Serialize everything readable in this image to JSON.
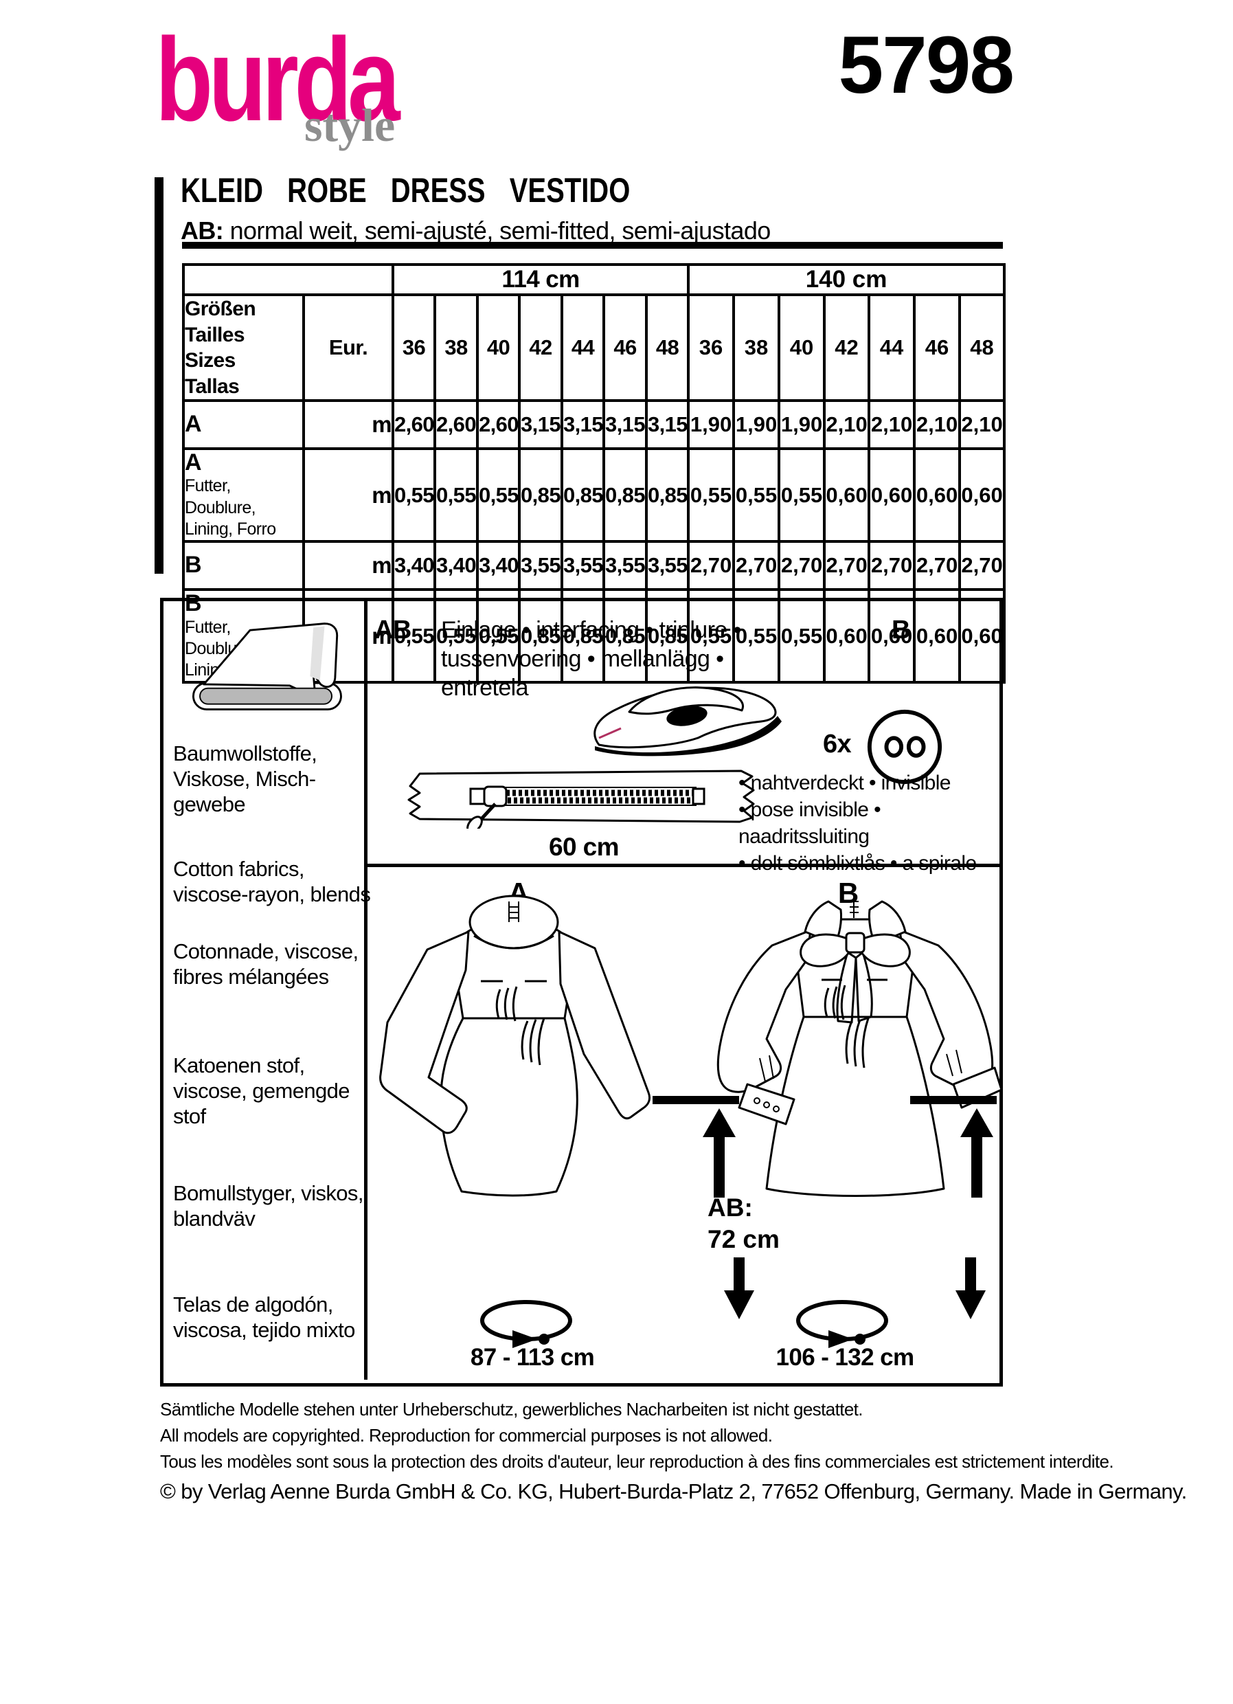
{
  "brand": {
    "logo_text": "burda",
    "logo_sub": "style",
    "color": "#e5007d",
    "sub_color": "#8e8e8e"
  },
  "pattern_number": "5798",
  "header": {
    "title": "KLEID ROBE DRESS VESTIDO",
    "fit_bold": "AB:",
    "fit_rest": " normal weit, semi-ajusté, semi-fitted, semi-ajustado"
  },
  "table": {
    "group1": "114 cm",
    "group2": "140 cm",
    "corner_label": "Größen Tailles\nSizes Tallas",
    "eur": "Eur.",
    "sizes": [
      "36",
      "38",
      "40",
      "42",
      "44",
      "46",
      "48"
    ],
    "unit": "m",
    "rows": [
      {
        "label": "A",
        "sub": "",
        "g114": [
          "2,60",
          "2,60",
          "2,60",
          "3,15",
          "3,15",
          "3,15",
          "3,15"
        ],
        "g140": [
          "1,90",
          "1,90",
          "1,90",
          "2,10",
          "2,10",
          "2,10",
          "2,10"
        ]
      },
      {
        "label": "A",
        "sub": "Futter, Doublure,\nLining, Forro",
        "g114": [
          "0,55",
          "0,55",
          "0,55",
          "0,85",
          "0,85",
          "0,85",
          "0,85"
        ],
        "g140": [
          "0,55",
          "0,55",
          "0,55",
          "0,60",
          "0,60",
          "0,60",
          "0,60"
        ]
      },
      {
        "label": "B",
        "sub": "",
        "g114": [
          "3,40",
          "3,40",
          "3,40",
          "3,55",
          "3,55",
          "3,55",
          "3,55"
        ],
        "g140": [
          "2,70",
          "2,70",
          "2,70",
          "2,70",
          "2,70",
          "2,70",
          "2,70"
        ]
      },
      {
        "label": "B",
        "sub": "Futter, Doublure,\nLining, Forro",
        "g114": [
          "0,55",
          "0,55",
          "0,55",
          "0,85",
          "0,85",
          "0,85",
          "0,85"
        ],
        "g140": [
          "0,55",
          "0,55",
          "0,55",
          "0,60",
          "0,60",
          "0,60",
          "0,60"
        ]
      }
    ]
  },
  "materials": {
    "items": [
      "Baumwollstoffe,\nViskose, Misch-\ngewebe",
      "Cotton fabrics,\nviscose-rayon, blends",
      "Cotonnade, viscose,\nfibres mélangées",
      "Katoenen stof,\nviscose, gemengde\nstof",
      "Bomullstyger, viskos,\nblandväv",
      "Telas de algodón,\nviscosa, tejido mixto"
    ]
  },
  "notions": {
    "ab_label": "AB",
    "interfacing_text": "Einlage • interfacing • triplure •\ntussenvoering • mellanlägg •\nentretela",
    "b_label": "B",
    "button_count": "6x",
    "zipper_length": "60 cm",
    "zipper_bullets": "• nahtverdeckt • invisible\n• pose invisible • naadritssluiting\n• dolt sömblixtlås • a spirale"
  },
  "views": {
    "a_label": "A",
    "b_label": "B",
    "back_length_label": "AB:\n72 cm",
    "a_hem": "87 - 113 cm",
    "b_hem": "106 - 132 cm"
  },
  "icons": {
    "fabric_bolt": "fabric-bolt-icon",
    "iron": "iron-icon",
    "zipper": "invisible-zipper-icon",
    "button": "two-hole-button-icon",
    "arrow_up": "length-arrow-up-icon",
    "arrow_down": "length-arrow-down-icon",
    "girth": "hem-circumference-icon"
  },
  "footer": {
    "lines": [
      "Sämtliche Modelle stehen unter Urheberschutz, gewerbliches Nacharbeiten ist nicht gestattet.",
      "All models are copyrighted. Reproduction for commercial purposes is not allowed.",
      "Tous les modèles sont sous la protection des droits d'auteur, leur reproduction à des fins commerciales est strictement interdite.",
      "© by Verlag Aenne Burda GmbH & Co. KG, Hubert-Burda-Platz 2, 77652 Offenburg, Germany. Made in Germany."
    ]
  }
}
